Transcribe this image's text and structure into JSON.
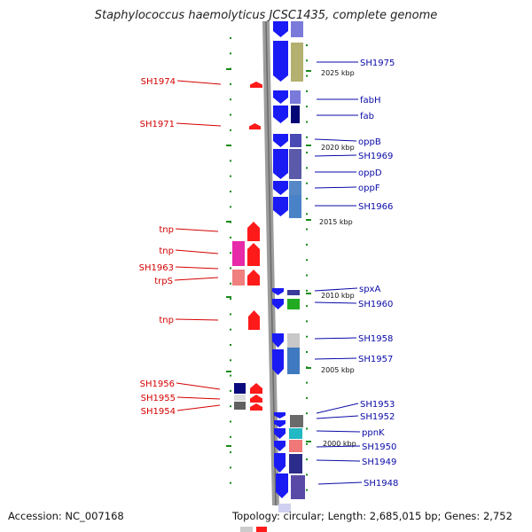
{
  "title": "Staphylococcus haemolyticus JCSC1435, complete genome",
  "footer": {
    "accession": "Accession: NC_007168",
    "topology": "Topology: circular; Length: 2,685,015 bp; Genes: 2,752"
  },
  "colors": {
    "left_label": "#d40000",
    "right_label": "#0a0aa8",
    "tick": "#1a8a1a",
    "reverse_gene": "#ff1a1a",
    "forward_gene": "#1a1af5"
  },
  "scale_labels": [
    "2025 kbp",
    "2020 kbp",
    "2015 kbp",
    "2010 kbp",
    "2005 kbp",
    "2000 kbp"
  ],
  "left_genes": [
    "SH1974",
    "SH1971",
    "tnp",
    "tnp",
    "SH1963",
    "trpS",
    "tnp",
    "SH1956",
    "SH1955",
    "SH1954"
  ],
  "right_genes": [
    "SH1975",
    "fabH",
    "fab",
    "oppB",
    "SH1969",
    "oppD",
    "oppF",
    "SH1966",
    "spxA",
    "SH1960",
    "SH1958",
    "SH1957",
    "SH1953",
    "SH1952",
    "ppnK",
    "SH1950",
    "SH1949",
    "SH1948"
  ]
}
